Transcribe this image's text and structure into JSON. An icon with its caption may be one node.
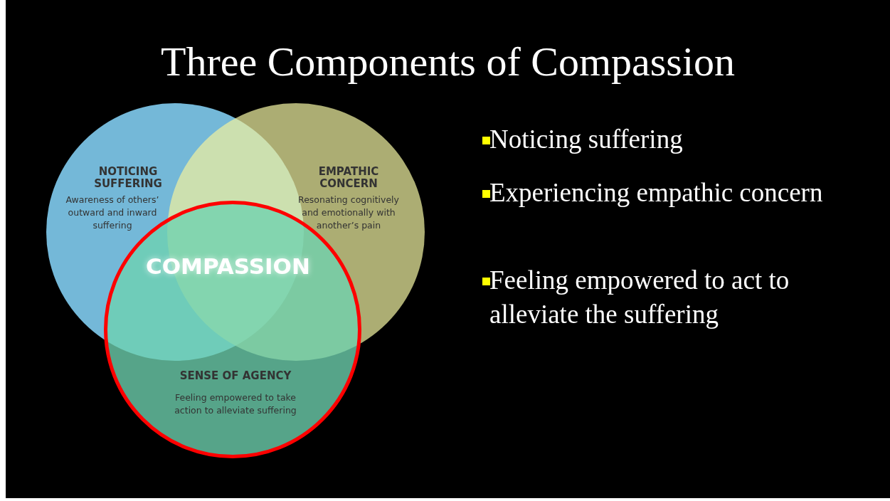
{
  "diagram": {
    "title": "Three Components of Compassion",
    "nodes": [
      {
        "text": [
          "NOTICING SUFFERING",
          "Awareness of others’ outward and inward suffering"
        ]
      },
      {
        "text": [
          "EMPATHIC CONCERN",
          "Resonating cognitively and emotionally with another’s pain"
        ]
      },
      {
        "text": [
          "SENSE OF AGENCY",
          "Feeling empowered to take action to alleviate suffering"
        ]
      }
    ],
    "edges": [],
    "labels": [
      "COMPASSION",
      "Noticing suffering",
      "Experiencing empathic concern",
      "Feeling empowered to act to alleviate the suffering"
    ]
  }
}
